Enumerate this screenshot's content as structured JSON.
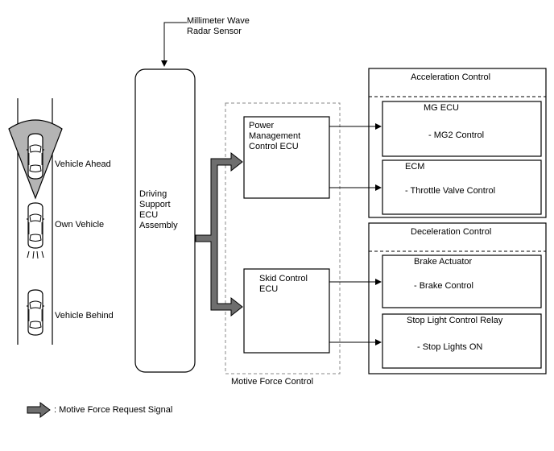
{
  "sensor": {
    "label": "Millimeter Wave\nRadar Sensor"
  },
  "ecu": {
    "label": "Driving\nSupport\nECU\nAssembly"
  },
  "vehicles": {
    "ahead": "Vehicle Ahead",
    "own": "Own Vehicle",
    "behind": "Vehicle Behind"
  },
  "motive_force": {
    "group_label": "Motive Force Control",
    "power_mgmt": "Power\nManagement\nControl ECU",
    "skid": "Skid Control\nECU"
  },
  "acceleration": {
    "title": "Acceleration Control",
    "mg_ecu": {
      "name": "MG ECU",
      "function": "- MG2 Control"
    },
    "ecm": {
      "name": "ECM",
      "function": "- Throttle Valve Control"
    }
  },
  "deceleration": {
    "title": "Deceleration Control",
    "brake": {
      "name": "Brake Actuator",
      "function": "- Brake Control"
    },
    "stop_light": {
      "name": "Stop Light Control Relay",
      "function": "- Stop Lights ON"
    }
  },
  "legend": {
    "label": ": Motive Force Request Signal"
  },
  "colors": {
    "signal_arrow": "#6e6e6e",
    "radar_fan": "#b4b4b4",
    "line": "#000000"
  }
}
